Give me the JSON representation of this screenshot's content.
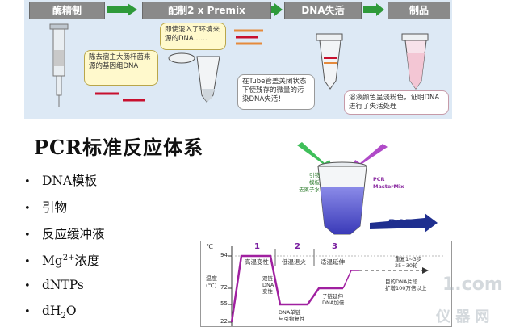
{
  "flow": {
    "step1": "酶精制",
    "step2": "配制2 x Premix",
    "step3": "DNA失活",
    "step4": "制品",
    "callout1": "陈去宿主大肠杆菌来源的基因组DNA",
    "callout2": "即使混入了环境来源的DNA……",
    "callout3": "在Tube管盖关闭状态下使残存的微量的污染DNA失活！",
    "callout4": "溶液颜色呈淡粉色，证明DNA进行了失活处理"
  },
  "title": "PCR标准反应体系",
  "list": {
    "i1": "DNA模板",
    "i2": "引物",
    "i3": "反应缓冲液",
    "i4_base": "Mg",
    "i4_sup": "2+",
    "i4_rest": "浓度",
    "i5": "dNTPs",
    "i6_base": "dH",
    "i6_sub": "2",
    "i6_rest": "O"
  },
  "tube": {
    "left1": "引物",
    "left2": "模板",
    "left3": "去离子水",
    "right1": "PCR",
    "right2": "MasterMix",
    "logo": "PCR"
  },
  "graph": {
    "unit": "℃",
    "ylabel1": "温度",
    "ylabel2": "(℃)",
    "ticks": [
      "94",
      "72",
      "55",
      "22"
    ],
    "stage1_num": "1",
    "stage2_num": "2",
    "stage3_num": "3",
    "stage1": "高温变性",
    "stage2": "低温退火",
    "stage3": "适温延伸",
    "repeat": "重复1~3步",
    "repeat2": "25~30轮",
    "target": "目的DNA片段",
    "target2": "扩增100万倍以上",
    "note1a": "双链",
    "note1b": "DNA",
    "note1c": "变性",
    "note2a": "DNA单链",
    "note2b": "与引物复性",
    "note3a": "子链延伸",
    "note3b": "DNA加倍"
  },
  "watermark": {
    "w1": "1.com",
    "w2": "仪 器 网"
  },
  "colors": {
    "band": "#dde9f5",
    "arrow": "#2e9a3a",
    "step": "#8a8a8a",
    "callout": "#fff9cc",
    "red": "#c8102e",
    "orange": "#e58a3c",
    "tube_liquid": "#5b5bd6",
    "curve": "#a020a0",
    "pink": "#f3c6d4"
  }
}
